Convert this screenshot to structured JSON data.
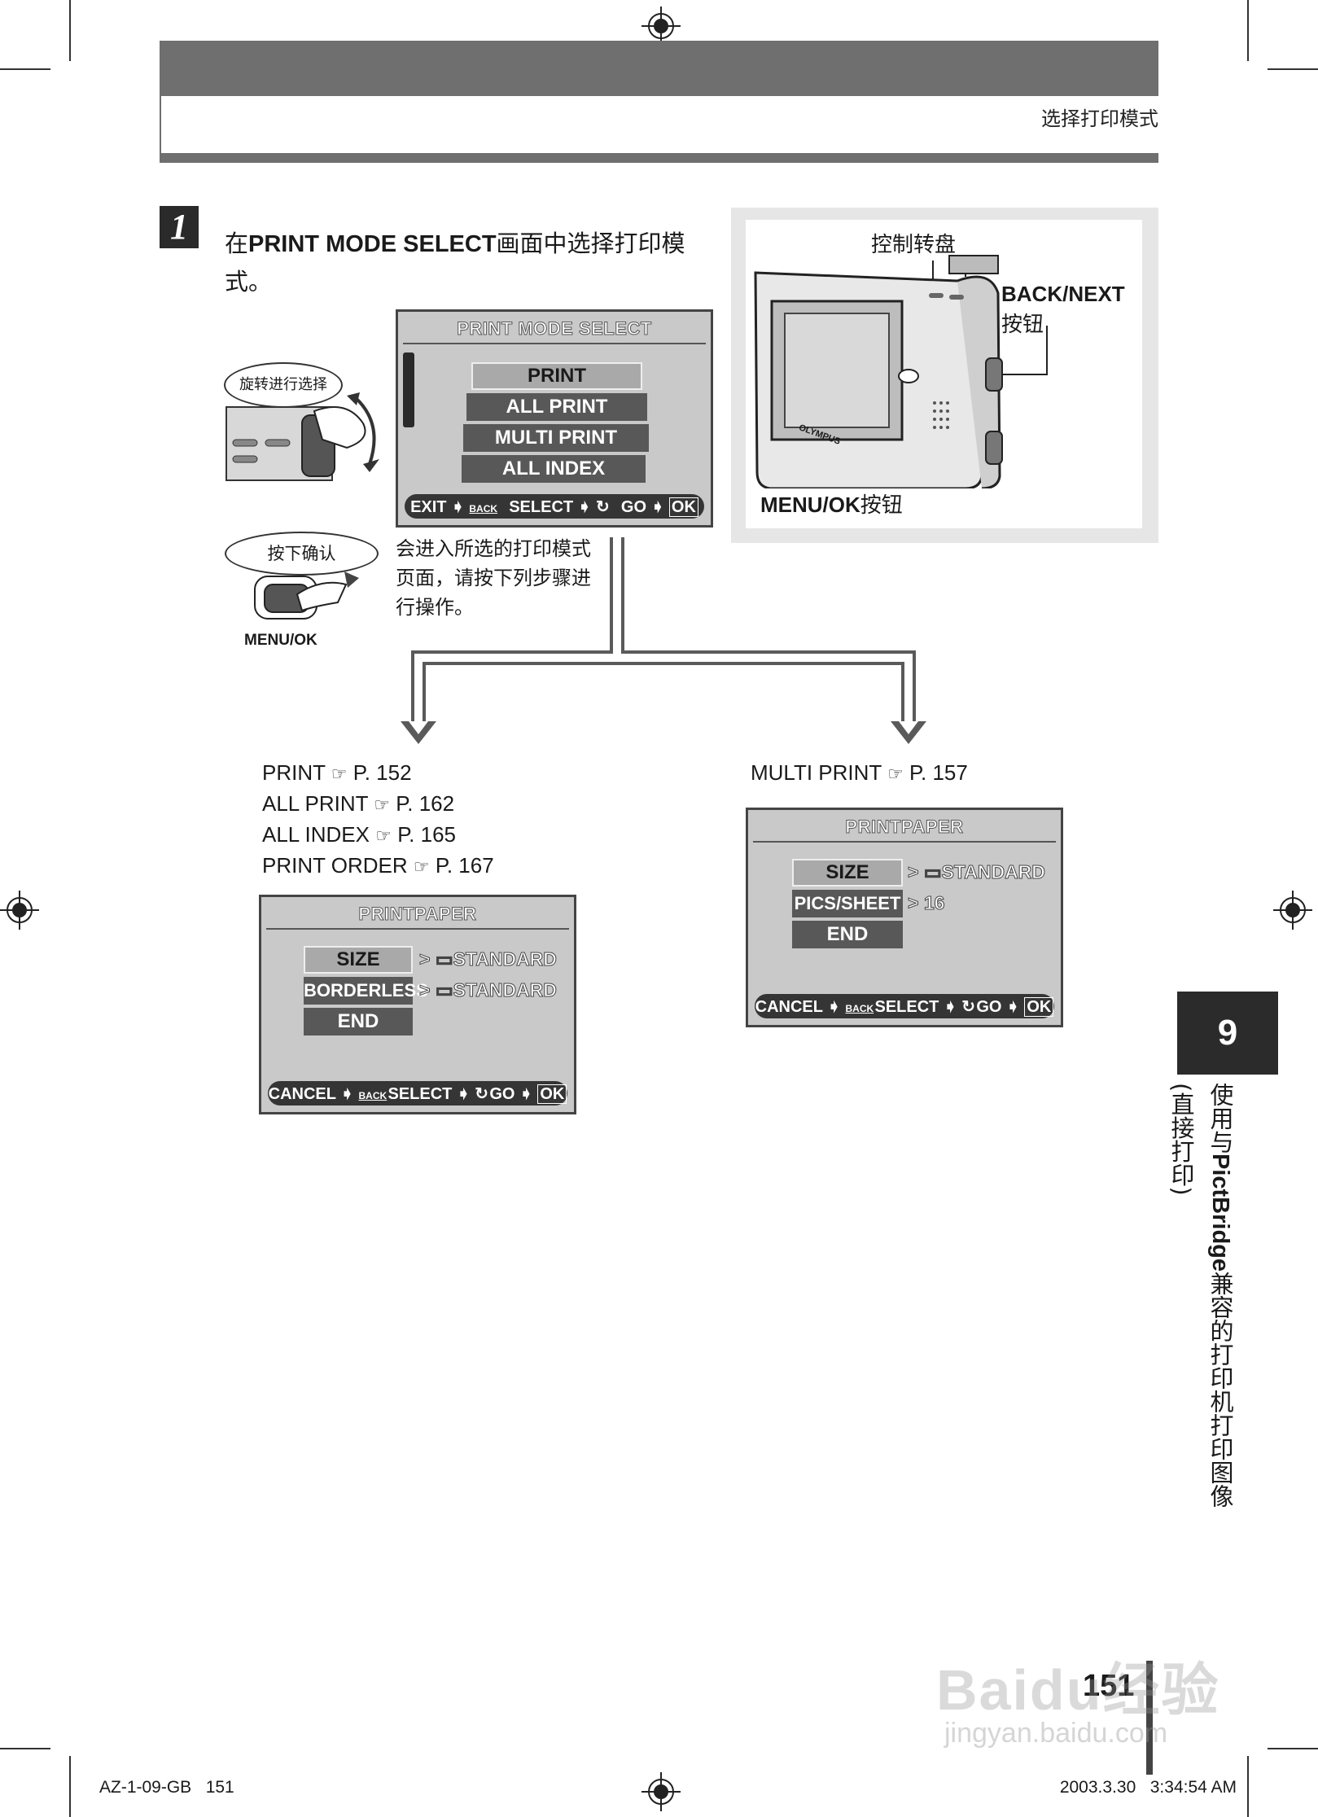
{
  "header": {
    "title": "选择打印模式"
  },
  "step": {
    "number": "1",
    "text_pre": "在",
    "text_bold": "PRINT MODE SELECT",
    "text_post": "画面中选择打印模式。"
  },
  "left_illustration": {
    "rotate_label": "旋转进行选择",
    "press_label": "按下确认",
    "button_label": "MENU/OK"
  },
  "mode_screen": {
    "title": "PRINT MODE SELECT",
    "items": [
      "PRINT",
      "ALL PRINT",
      "MULTI PRINT",
      "ALL INDEX"
    ],
    "footer": [
      "EXIT",
      "BACK",
      "SELECT",
      "GO",
      "OK"
    ]
  },
  "note": "会进入所选的打印模式页面，请按下列步骤进行操作。",
  "camera": {
    "dial_label": "控制转盘",
    "back_next_label": "BACK/NEXT",
    "back_next_suffix": "按钮",
    "menu_ok_label": "MENU/OK",
    "menu_ok_suffix": "按钮",
    "brand": "OLYMPUS"
  },
  "refs_left": [
    {
      "label": "PRINT",
      "page": "P. 152"
    },
    {
      "label": "ALL PRINT",
      "page": "P. 162"
    },
    {
      "label": "ALL INDEX",
      "page": "P. 165"
    },
    {
      "label": "PRINT ORDER",
      "page": "P. 167"
    }
  ],
  "refs_right": [
    {
      "label": "MULTI PRINT",
      "page": "P. 157"
    }
  ],
  "ref_icon": "☞",
  "paper_screen_left": {
    "title": "PRINTPAPER",
    "rows": [
      {
        "item": "SIZE",
        "value": "STANDARD"
      },
      {
        "item": "BORDERLESS",
        "value": "STANDARD"
      },
      {
        "item": "END",
        "value": ""
      }
    ],
    "footer": [
      "CANCEL",
      "BACK",
      "SELECT",
      "GO",
      "OK"
    ]
  },
  "paper_screen_right": {
    "title": "PRINTPAPER",
    "rows": [
      {
        "item": "SIZE",
        "value": "STANDARD"
      },
      {
        "item": "PICS/SHEET",
        "value": "16"
      },
      {
        "item": "END",
        "value": ""
      }
    ],
    "footer": [
      "CANCEL",
      "BACK",
      "SELECT",
      "GO",
      "OK"
    ]
  },
  "side_tab": {
    "number": "9",
    "line1_pre": "使用与",
    "line1_bold": "PictBridge",
    "line1_post": "兼容的打印机打印图像",
    "line2": "(直接打印)"
  },
  "page_number": "151",
  "footer": {
    "left": "AZ-1-09-GB   151",
    "right": "2003.3.30   3:34:54 AM"
  },
  "watermark": {
    "line1": "Baidu经验",
    "line2": "jingyan.baidu.com"
  }
}
